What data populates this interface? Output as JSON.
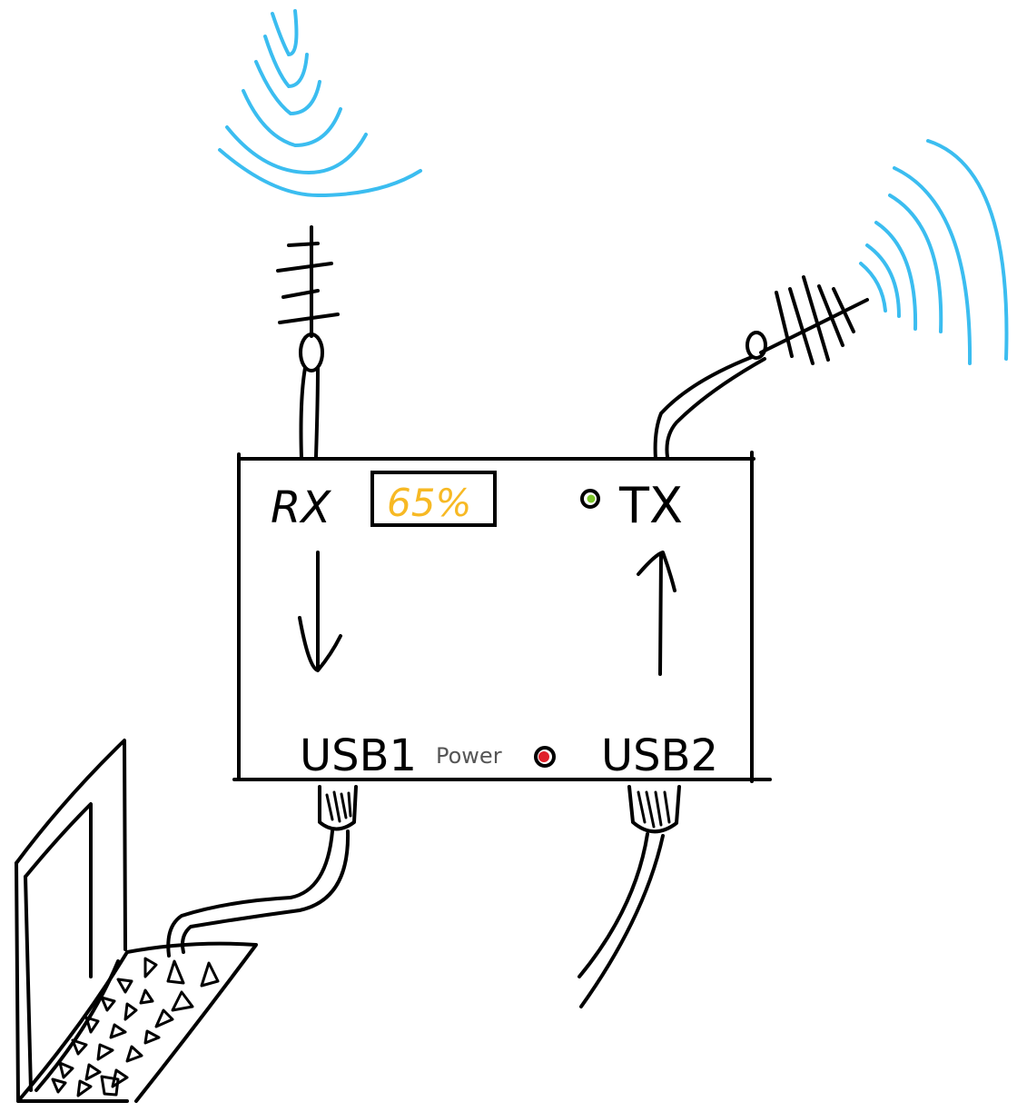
{
  "device": {
    "rx_label": "RX",
    "tx_label": "TX",
    "display_value": "65%",
    "usb1_label": "USB1",
    "usb2_label": "USB2",
    "power_label": "Power"
  },
  "colors": {
    "signal_wave": "#3bbdf0",
    "display_text": "#f7b924",
    "tx_led": "#7cc52a",
    "power_led": "#e0202a",
    "ink": "#000000"
  },
  "icons": {
    "rx_antenna": "antenna-icon",
    "tx_antenna": "yagi-antenna-icon",
    "laptop": "laptop-icon"
  }
}
